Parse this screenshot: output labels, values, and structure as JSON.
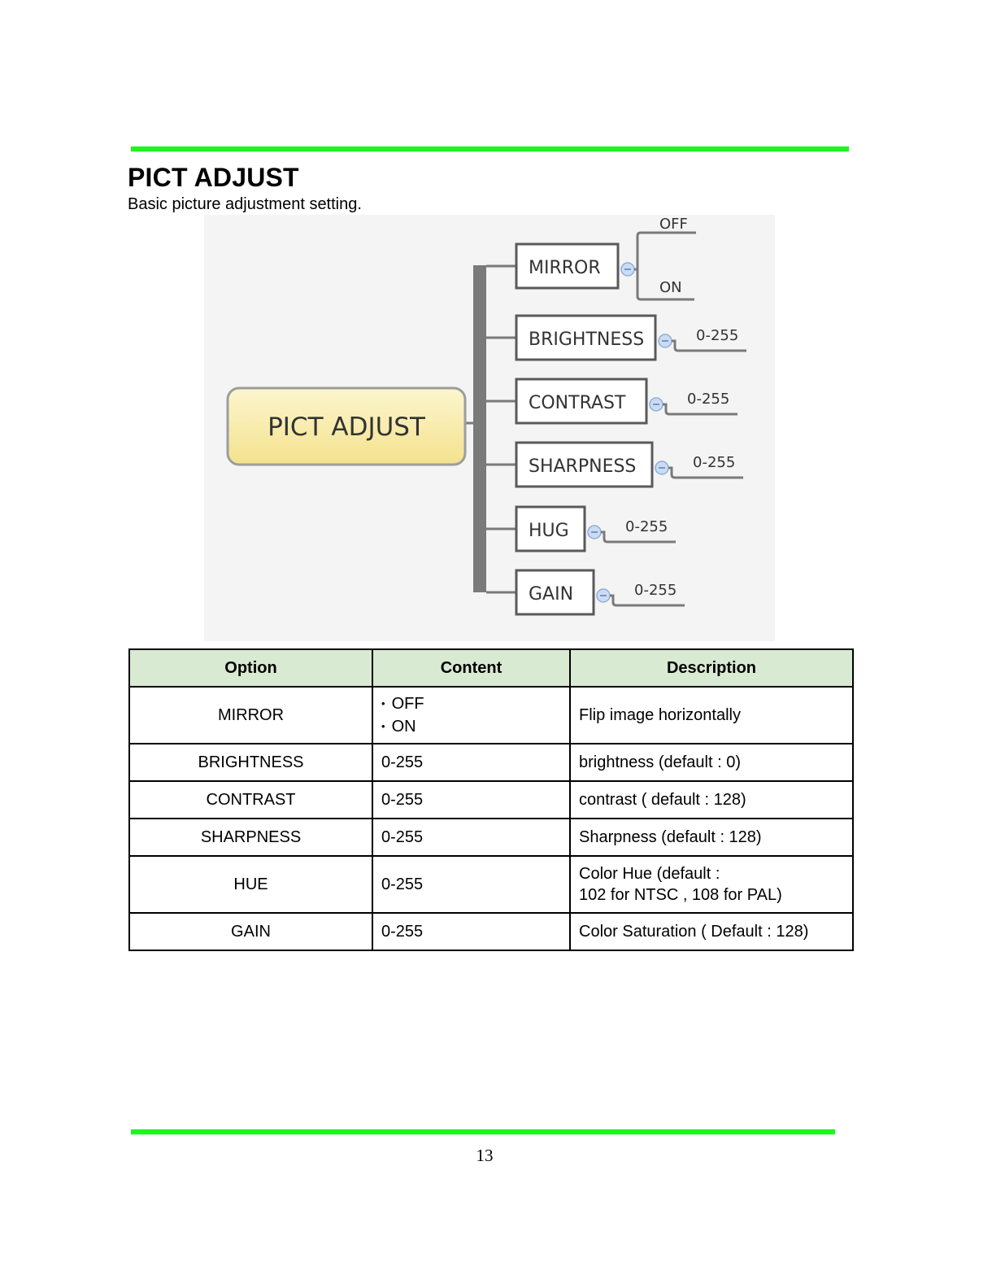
{
  "page": {
    "title": "PICT ADJUST",
    "subtitle": "Basic picture adjustment setting.",
    "page_number": "13",
    "accent_color": "#1ef51e"
  },
  "diagram": {
    "root": "PICT ADJUST",
    "branches": [
      {
        "label": "MIRROR",
        "values": [
          "OFF",
          "ON"
        ]
      },
      {
        "label": "BRIGHTNESS",
        "values": [
          "0-255"
        ]
      },
      {
        "label": "CONTRAST",
        "values": [
          "0-255"
        ]
      },
      {
        "label": "SHARPNESS",
        "values": [
          "0-255"
        ]
      },
      {
        "label": "HUG",
        "values": [
          "0-255"
        ]
      },
      {
        "label": "GAIN",
        "values": [
          "0-255"
        ]
      }
    ]
  },
  "table": {
    "headers": {
      "option": "Option",
      "content": "Content",
      "description": "Description"
    },
    "rows": [
      {
        "option": "MIRROR",
        "content": [
          "OFF",
          "ON"
        ],
        "description": [
          "Flip image horizontally"
        ]
      },
      {
        "option": "BRIGHTNESS",
        "content": [
          "0-255"
        ],
        "description": [
          "brightness (default : 0)"
        ]
      },
      {
        "option": "CONTRAST",
        "content": [
          "0-255"
        ],
        "description": [
          "contrast ( default : 128)"
        ]
      },
      {
        "option": "SHARPNESS",
        "content": [
          "0-255"
        ],
        "description": [
          "Sharpness (default : 128)"
        ]
      },
      {
        "option": "HUE",
        "content": [
          "0-255"
        ],
        "description": [
          "Color Hue (default :",
          "102 for NTSC , 108 for PAL)"
        ]
      },
      {
        "option": "GAIN",
        "content": [
          "0-255"
        ],
        "description": [
          "Color Saturation ( Default : 128)"
        ]
      }
    ]
  }
}
